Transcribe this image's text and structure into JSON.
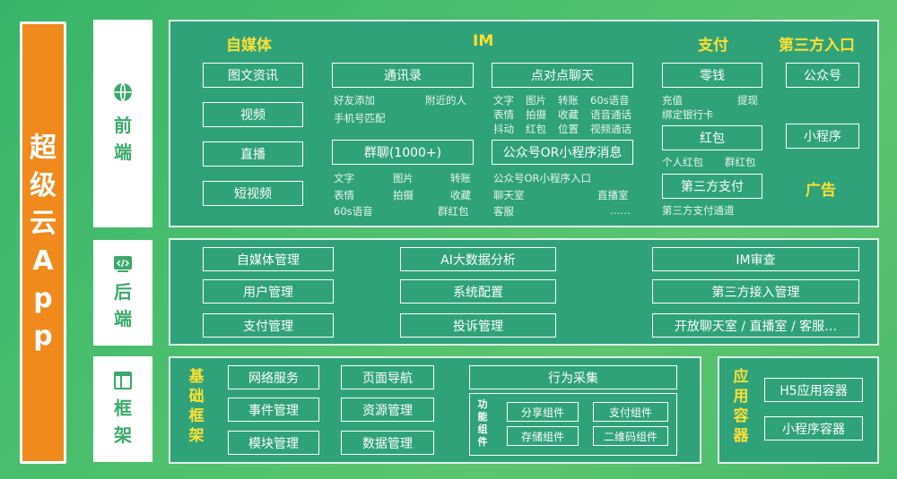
{
  "sidebar": {
    "chars": [
      "超",
      "级",
      "云",
      "A",
      "p",
      "p"
    ]
  },
  "colors": {
    "background": "#4cbf6e",
    "panel": "#2fa27a",
    "sidebar": "#f08a1c",
    "heading": "#ffe033",
    "label_text": "#3aa96b"
  },
  "layers": {
    "frontend": {
      "chars": [
        "前",
        "端"
      ],
      "icon": "globe-icon"
    },
    "backend": {
      "chars": [
        "后",
        "端"
      ],
      "icon": "code-icon"
    },
    "framework": {
      "chars": [
        "框",
        "架"
      ],
      "icon": "layout-icon"
    }
  },
  "frontend": {
    "media": {
      "title": "自媒体",
      "items": [
        "图文资讯",
        "视频",
        "直播",
        "短视频"
      ]
    },
    "im": {
      "title": "IM",
      "contacts": {
        "label": "通讯录",
        "subs": [
          "好友添加",
          "附近的人",
          "手机号匹配"
        ]
      },
      "group": {
        "label": "群聊(1000+)",
        "subs": [
          "文字",
          "图片",
          "转账",
          "表情",
          "拍摄",
          "收藏",
          "60s语音",
          "群红包"
        ]
      },
      "p2p": {
        "label": "点对点聊天",
        "subs": [
          "文字",
          "图片",
          "转账",
          "60s语音",
          "表情",
          "拍摄",
          "收藏",
          "语音通话",
          "抖动",
          "红包",
          "位置",
          "视频通话"
        ]
      },
      "official": {
        "label": "公众号OR小程序消息",
        "subs": [
          "公众号OR小程序入口",
          "聊天室",
          "直播室",
          "客服",
          "……"
        ]
      }
    },
    "pay": {
      "title": "支付",
      "change": {
        "label": "零钱",
        "subs": [
          "充值",
          "提现",
          "绑定银行卡"
        ]
      },
      "redpacket": {
        "label": "红包",
        "subs": [
          "个人红包",
          "群红包"
        ]
      },
      "thirdpay": {
        "label": "第三方支付",
        "subs": [
          "第三方支付通道"
        ]
      }
    },
    "third": {
      "title": "第三方入口",
      "items": [
        "公众号",
        "小程序"
      ],
      "ad": "广告"
    }
  },
  "backend": {
    "col1": [
      "自媒体管理",
      "用户管理",
      "支付管理"
    ],
    "col2": [
      "AI大数据分析",
      "系统配置",
      "投诉管理"
    ],
    "col3": [
      "IM审查",
      "第三方接入管理",
      "开放聊天室 / 直播室 / 客服…"
    ]
  },
  "framework": {
    "base": {
      "title_chars": [
        "基",
        "础",
        "框",
        "架"
      ],
      "col1": [
        "网络服务",
        "事件管理",
        "模块管理"
      ],
      "col2": [
        "页面导航",
        "资源管理",
        "数据管理"
      ],
      "behavior": "行为采集",
      "func_label_chars": [
        "功",
        "能",
        "组",
        "件"
      ],
      "components": [
        "分享组件",
        "支付组件",
        "存储组件",
        "二维码组件"
      ]
    },
    "container": {
      "title_chars": [
        "应",
        "用",
        "容",
        "器"
      ],
      "items": [
        "H5应用容器",
        "小程序容器"
      ]
    }
  }
}
